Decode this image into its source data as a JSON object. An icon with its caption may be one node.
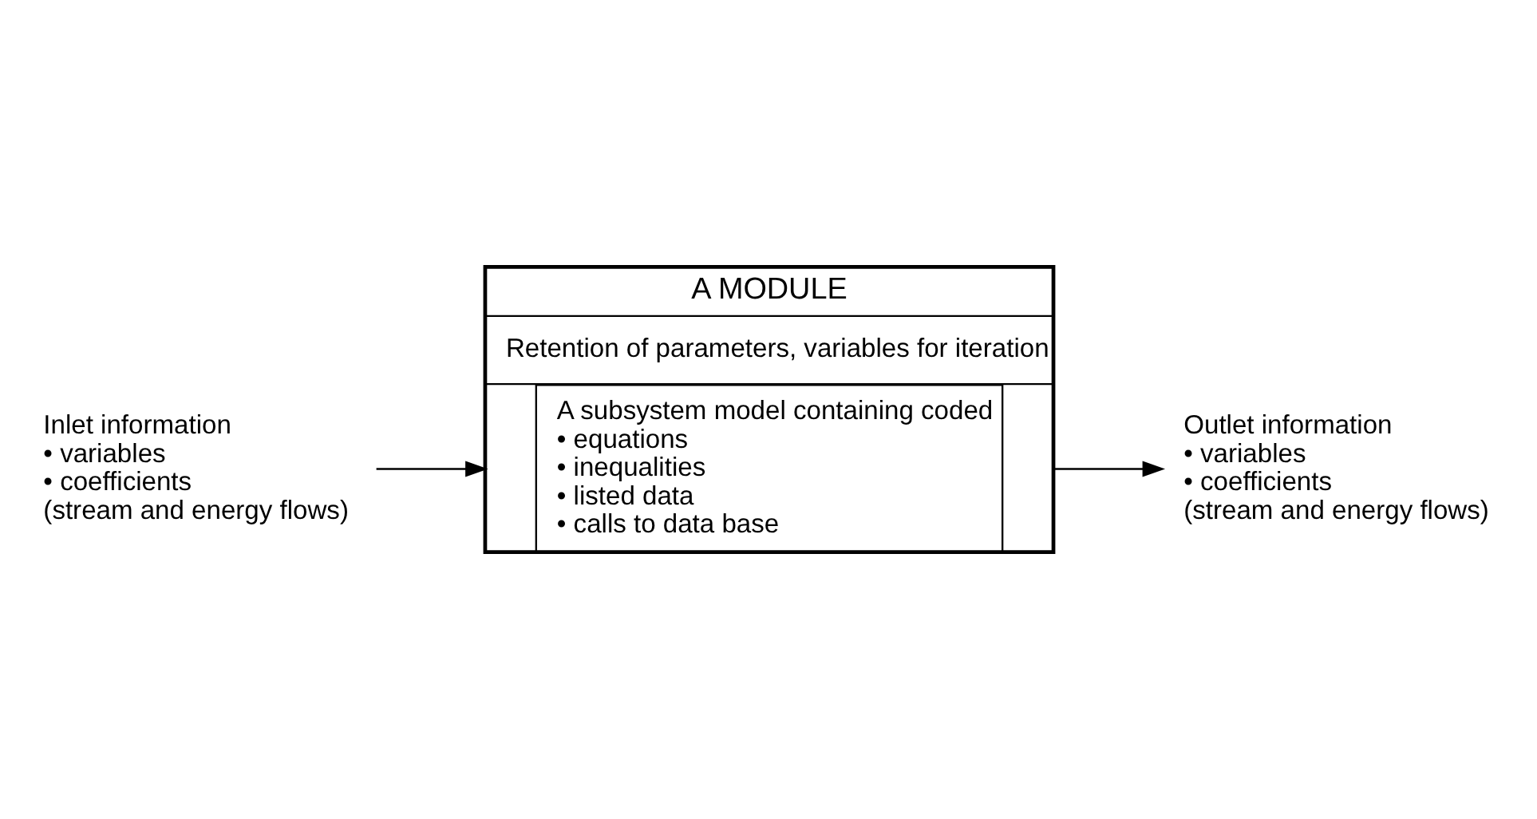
{
  "diagram": {
    "nodes": [
      {
        "text": [
          "A MODULE"
        ]
      },
      {
        "text": [
          "A subsystem model containing coded",
          "• equations",
          "• inequalities",
          "• listed data",
          "• calls to data base"
        ],
        "in": 0
      },
      {
        "text": [
          "Retention of parameters, variables for iteration"
        ],
        "in": 0
      },
      {
        "text": [
          "Inlet information",
          "• variables",
          "• coefficients",
          "(stream and energy flows)"
        ]
      },
      {
        "text": [
          "Outlet information",
          "• variables",
          "• coefficients",
          "(stream and energy flows)"
        ]
      }
    ],
    "edges": [
      {
        "from": 3,
        "to": 0,
        "arrow": "to"
      },
      {
        "from": 0,
        "to": 4,
        "arrow": "to"
      }
    ]
  }
}
